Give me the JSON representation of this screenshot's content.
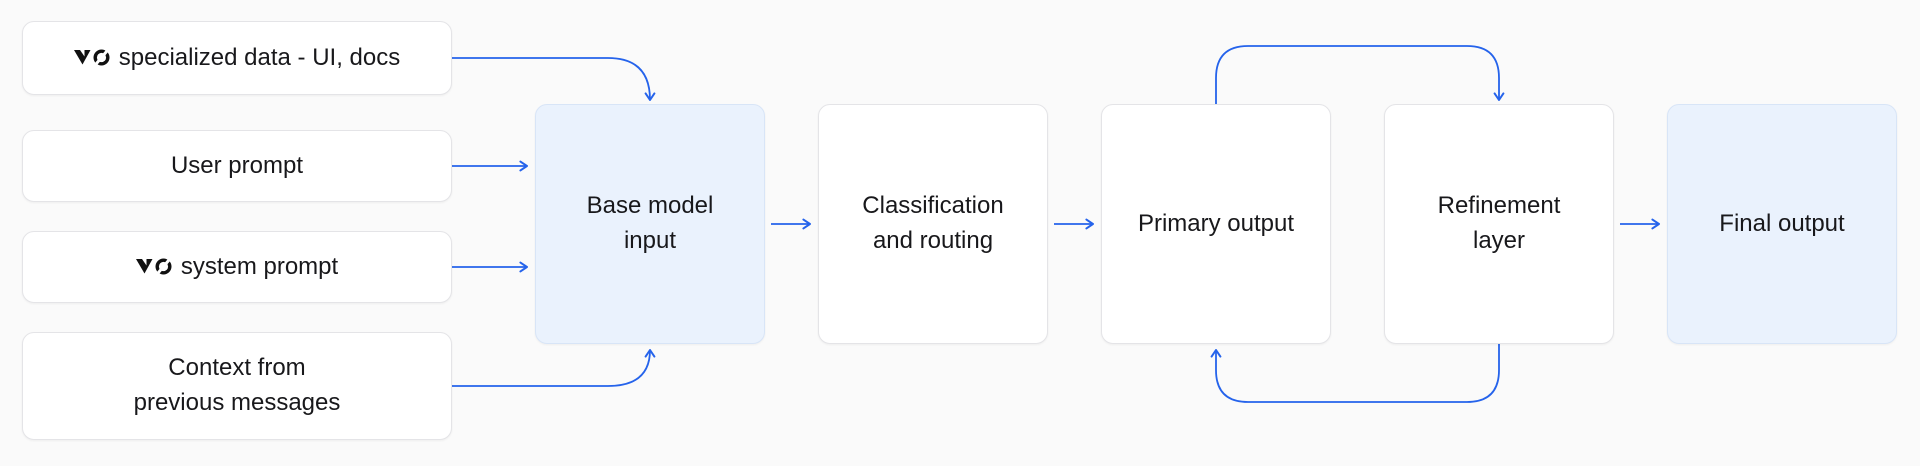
{
  "diagram": {
    "inputs": [
      {
        "label": "specialized data - UI, docs",
        "icon": "v0-logo"
      },
      {
        "label": "User prompt",
        "icon": null
      },
      {
        "label": "system prompt",
        "icon": "v0-logo"
      },
      {
        "label": "Context from previous messages",
        "icon": null
      }
    ],
    "stages": [
      {
        "label": "Base model input",
        "highlighted": true
      },
      {
        "label": "Classification and routing",
        "highlighted": false
      },
      {
        "label": "Primary output",
        "highlighted": false
      },
      {
        "label": "Refinement layer",
        "highlighted": false
      },
      {
        "label": "Final output",
        "highlighted": true
      }
    ],
    "arrows": [
      "specialized-data-to-base-model",
      "user-prompt-to-base-model",
      "system-prompt-to-base-model",
      "context-to-base-model",
      "base-model-to-classification",
      "classification-to-primary",
      "primary-to-refinement-top-loop",
      "refinement-to-primary-bottom-loop",
      "refinement-to-final"
    ],
    "colors": {
      "background": "#fafafa",
      "box_background": "#ffffff",
      "box_border": "#e4e4e7",
      "highlight_background": "#eaf2fd",
      "arrow": "#2563eb",
      "text": "#18181b",
      "logo": "#111111"
    }
  }
}
